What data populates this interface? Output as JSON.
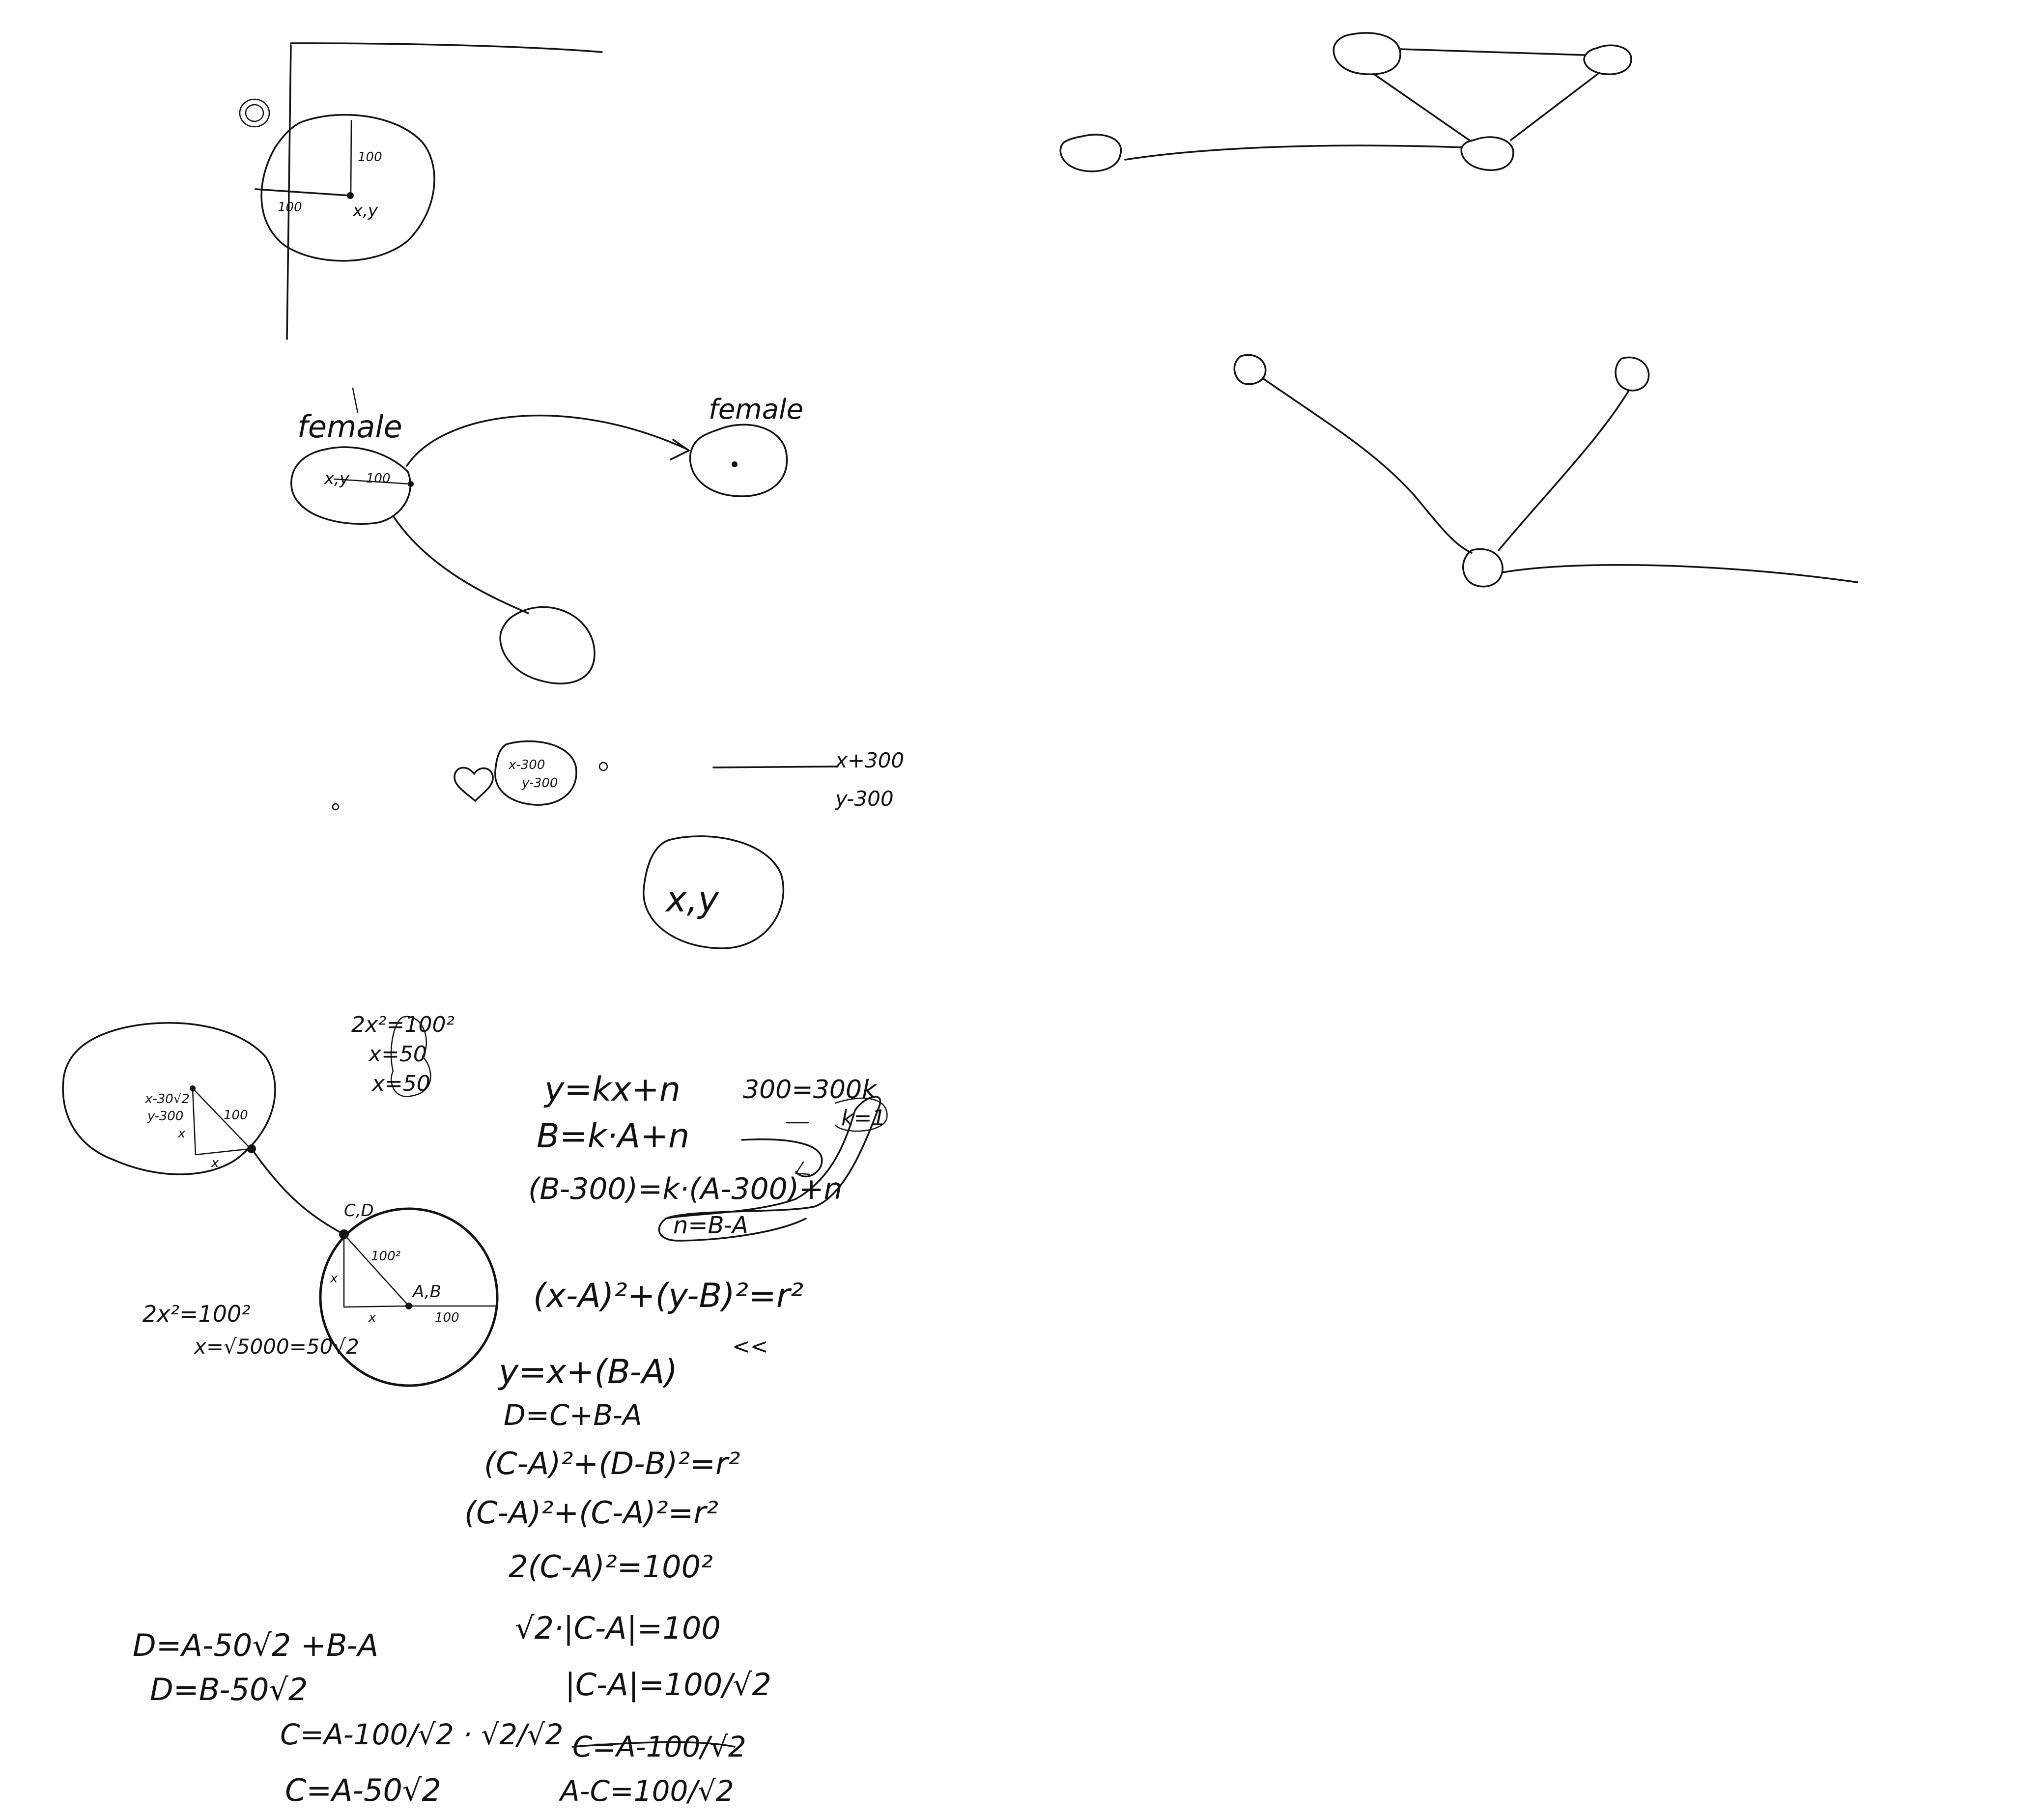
{
  "sketch1": {
    "label_radius_v": "100",
    "label_radius_h": "100",
    "label_center": "x,y"
  },
  "sketch2": {
    "label_left": "female",
    "label_right": "female",
    "label_center": "x,y",
    "label_radius": "100"
  },
  "sketch3": {
    "circle_text_1": "x-300",
    "circle_text_2": "y-300",
    "offset_x": "x+300",
    "offset_y": "y-300",
    "center_circle": "x,y"
  },
  "sketch4": {
    "top_1": "2x²=100²",
    "top_2": "x=50",
    "top_3": "x=50",
    "left_top_1": "x-30√2",
    "left_top_2": "y-300",
    "seg_100": "100",
    "seg_x": "x",
    "seg_x2": "x",
    "lbl_cd": "C,D",
    "lbl_100sq": "100²",
    "lbl_ab": "A,B",
    "lbl_100": "100",
    "lbl_x_v": "x",
    "lbl_x_h": "x",
    "left_eq_1": "2x²=100²",
    "left_eq_2": "x=√5000=50√2"
  },
  "equations_right": [
    "y=kx+n",
    "B=k·A+n",
    "(B-300)=k·(A-300)+n",
    "n=B-A",
    "300=300k",
    "k=1",
    "(x-A)²+(y-B)²=r²",
    "<<",
    "y=x+(B-A)",
    "D=C+B-A",
    "(C-A)²+(D-B)²=r²",
    "(C-A)²+(C-A)²=r²",
    "2(C-A)²=100²",
    "√2·|C-A|=100",
    "|C-A|=100/√2",
    "C=A-100/√2",
    "A-C=100/√2"
  ],
  "equations_left": [
    "D=A-50√2 +B-A",
    "D=B-50√2",
    "C=A-100/√2 · √2/√2",
    "C=A-50√2"
  ]
}
